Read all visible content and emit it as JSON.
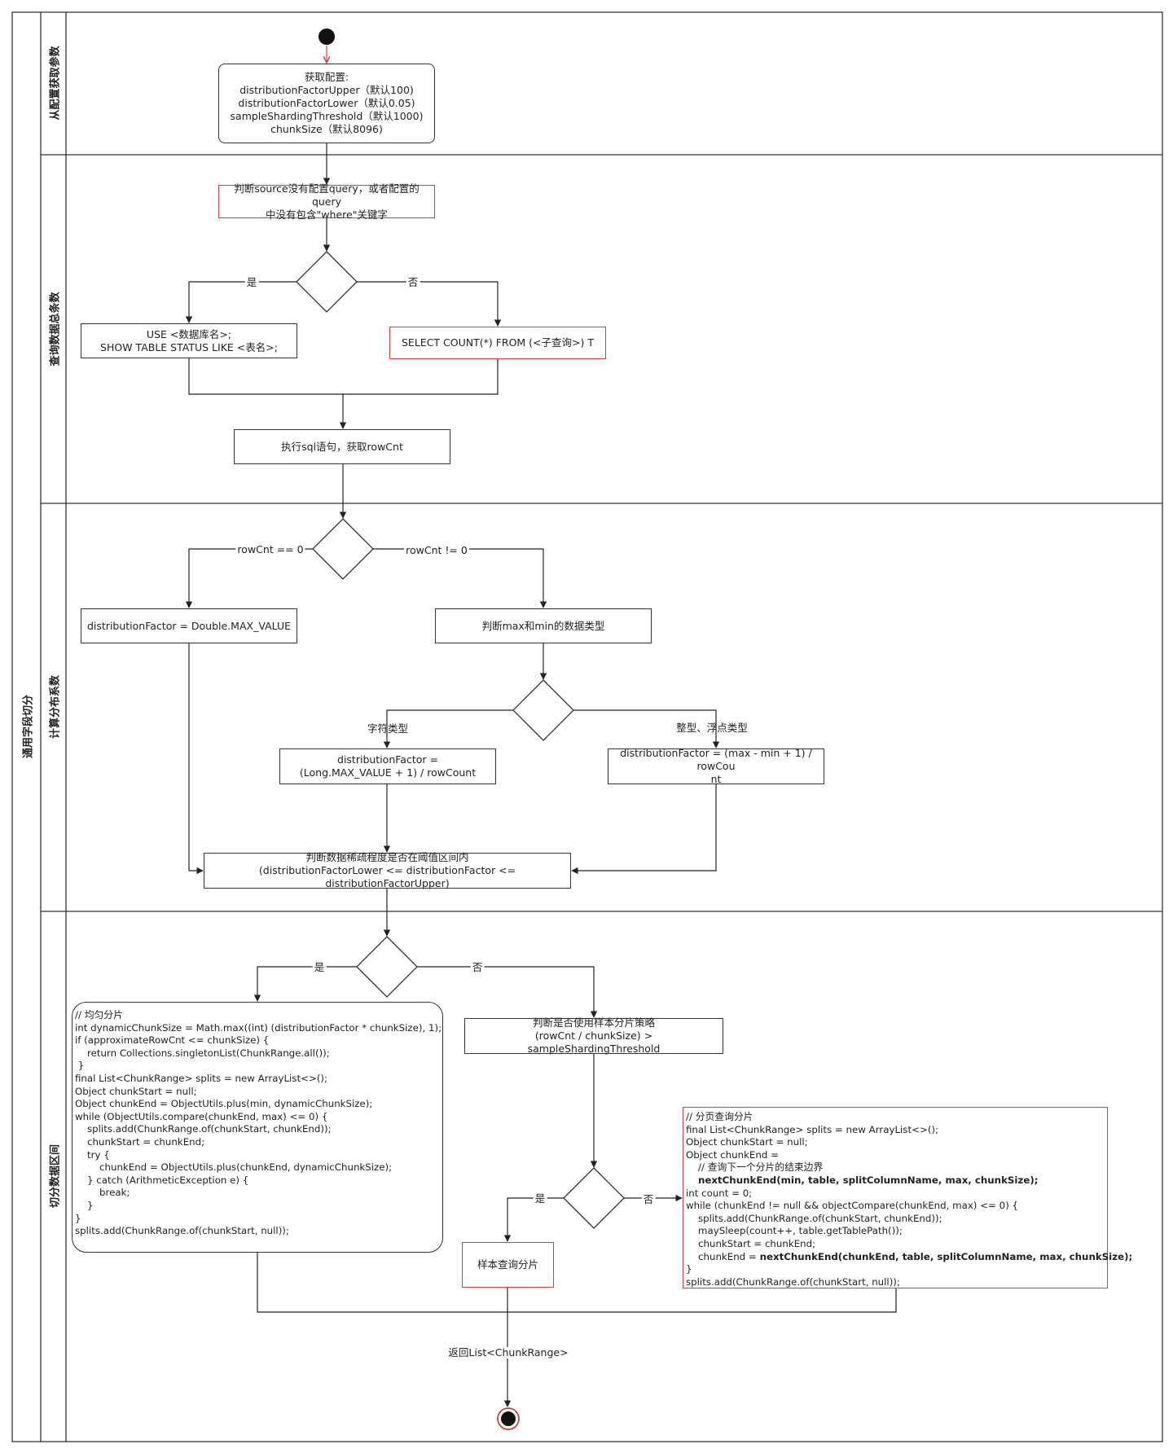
{
  "pool": {
    "title": "通用字段切分"
  },
  "lanes": [
    {
      "id": "lane1",
      "title": "从配置获取参数"
    },
    {
      "id": "lane2",
      "title": "查询数据总条数"
    },
    {
      "id": "lane3",
      "title": "计算分布系数"
    },
    {
      "id": "lane4",
      "title": "切分数据区间"
    }
  ],
  "nodes": {
    "get_config": "获取配置:\ndistributionFactorUpper（默认100)\ndistributionFactorLower（默认0.05)\nsampleShardingThreshold（默认1000)\nchunkSize（默认8096)",
    "check_query": "判断source没有配置query，或者配置的query\n中没有包含\"where\"关键字",
    "use_status": "USE <数据库名>;\nSHOW TABLE STATUS LIKE <表名>;",
    "select_count": "SELECT COUNT(*) FROM (<子查询>) T",
    "exec_sql": "执行sql语句，获取rowCnt",
    "factor_max": "distributionFactor = Double.MAX_VALUE",
    "check_type": "判断max和min的数据类型",
    "factor_string": "distributionFactor =\n(Long.MAX_VALUE + 1) / rowCount",
    "factor_numeric": "distributionFactor = (max - min + 1) / rowCou\nnt",
    "check_range": "判断数据稀疏程度是否在阈值区间内\n(distributionFactorLower <= distributionFactor <= distributionFactorUpper)",
    "check_sample": "判断是否使用样本分片策略\n(rowCnt / chunkSize) > sampleShardingThreshold",
    "sample_split": "样本查询分片"
  },
  "even_split_code": [
    "// 均匀分片",
    "int dynamicChunkSize = Math.max((int) (distributionFactor * chunkSize), 1);",
    "if (approximateRowCnt <= chunkSize) {",
    "    return Collections.singletonList(ChunkRange.all());",
    " }",
    "final List<ChunkRange> splits = new ArrayList<>();",
    "Object chunkStart = null;",
    "Object chunkEnd = ObjectUtils.plus(min, dynamicChunkSize);",
    "while (ObjectUtils.compare(chunkEnd, max) <= 0) {",
    "    splits.add(ChunkRange.of(chunkStart, chunkEnd));",
    "    chunkStart = chunkEnd;",
    "    try {",
    "        chunkEnd = ObjectUtils.plus(chunkEnd, dynamicChunkSize);",
    "    } catch (ArithmeticException e) {",
    "        break;",
    "    }",
    "}",
    "splits.add(ChunkRange.of(chunkStart, null));"
  ],
  "paged_split_code": [
    {
      "pre": "// 分页查询分片"
    },
    {
      "pre": "final List<ChunkRange> splits = new ArrayList<>();"
    },
    {
      "pre": "Object chunkStart = null;"
    },
    {
      "pre": "Object chunkEnd ="
    },
    {
      "pre": "    // 查询下一个分片的结束边界"
    },
    {
      "pre": "    ",
      "bold": "nextChunkEnd(min, table, splitColumnName, max, chunkSize);"
    },
    {
      "pre": "int count = 0;"
    },
    {
      "pre": "while (chunkEnd != null && objectCompare(chunkEnd, max) <= 0) {"
    },
    {
      "pre": "    splits.add(ChunkRange.of(chunkStart, chunkEnd));"
    },
    {
      "pre": "    maySleep(count++, table.getTablePath());"
    },
    {
      "pre": "    chunkStart = chunkEnd;"
    },
    {
      "pre": "    chunkEnd = ",
      "bold": "nextChunkEnd(chunkEnd, table, splitColumnName, max, chunkSize);"
    },
    {
      "pre": "}"
    },
    {
      "pre": "splits.add(ChunkRange.of(chunkStart, null));"
    }
  ],
  "edge_labels": {
    "yes1": "是",
    "no1": "否",
    "rowcnt_zero": "rowCnt == 0",
    "rowcnt_nonzero": "rowCnt != 0",
    "string_type": "字符类型",
    "numeric_type": "整型、浮点类型",
    "yes2": "是",
    "no2": "否",
    "yes3": "是",
    "no3": "否",
    "return": "返回List<ChunkRange>"
  },
  "colors": {
    "line": "#333333",
    "highlight": "#e03a3a",
    "node": "#111111"
  }
}
